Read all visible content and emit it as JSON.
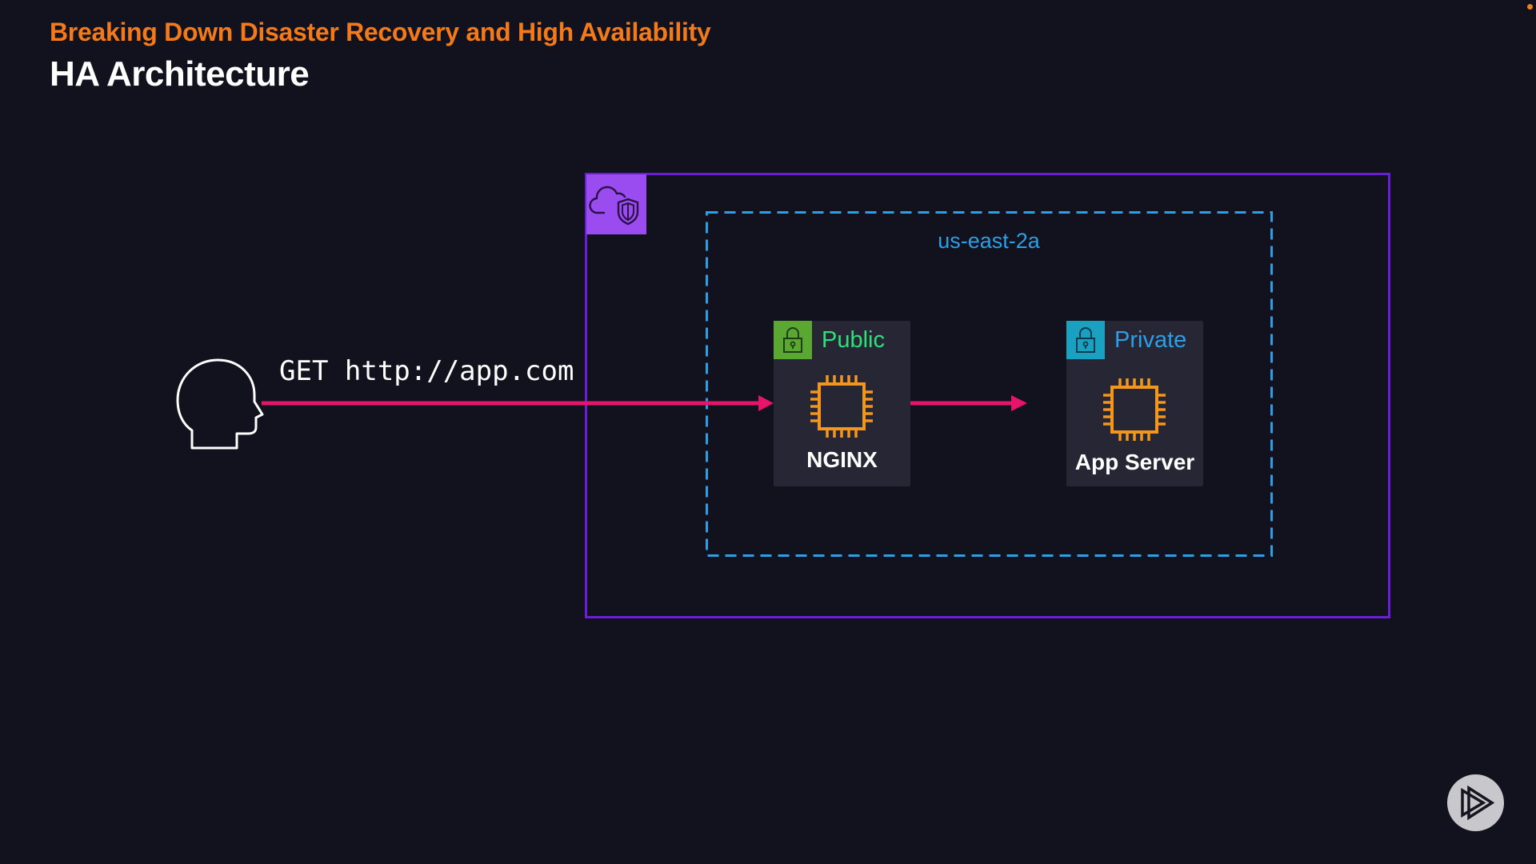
{
  "header": {
    "subtitle": "Breaking Down Disaster Recovery and High Availability",
    "title": "HA Architecture"
  },
  "diagram": {
    "client": {
      "icon": "user-head-icon",
      "request_label": "GET http://app.com"
    },
    "vpc": {
      "icon": "cloud-shield-icon",
      "border_color": "#6a1fd6",
      "icon_bg": "#9a4cf0"
    },
    "availability_zone": {
      "label": "us-east-2a",
      "color": "#2c9fe6"
    },
    "subnets": [
      {
        "tag": "Public",
        "tag_color": "#2fe07a",
        "lock_bg": "#5aa832",
        "icon": "lock-icon",
        "instance_icon": "ec2-chip-icon",
        "instance_name": "NGINX"
      },
      {
        "tag": "Private",
        "tag_color": "#2c9fe6",
        "lock_bg": "#1aa0c0",
        "icon": "lock-icon",
        "instance_icon": "ec2-chip-icon",
        "instance_name": "App Server"
      }
    ],
    "arrows": [
      {
        "from": "client",
        "to": "NGINX"
      },
      {
        "from": "NGINX",
        "to": "App Server"
      }
    ],
    "arrow_color": "#e8146c"
  },
  "branding": {
    "logo_icon": "play-logo-icon"
  }
}
